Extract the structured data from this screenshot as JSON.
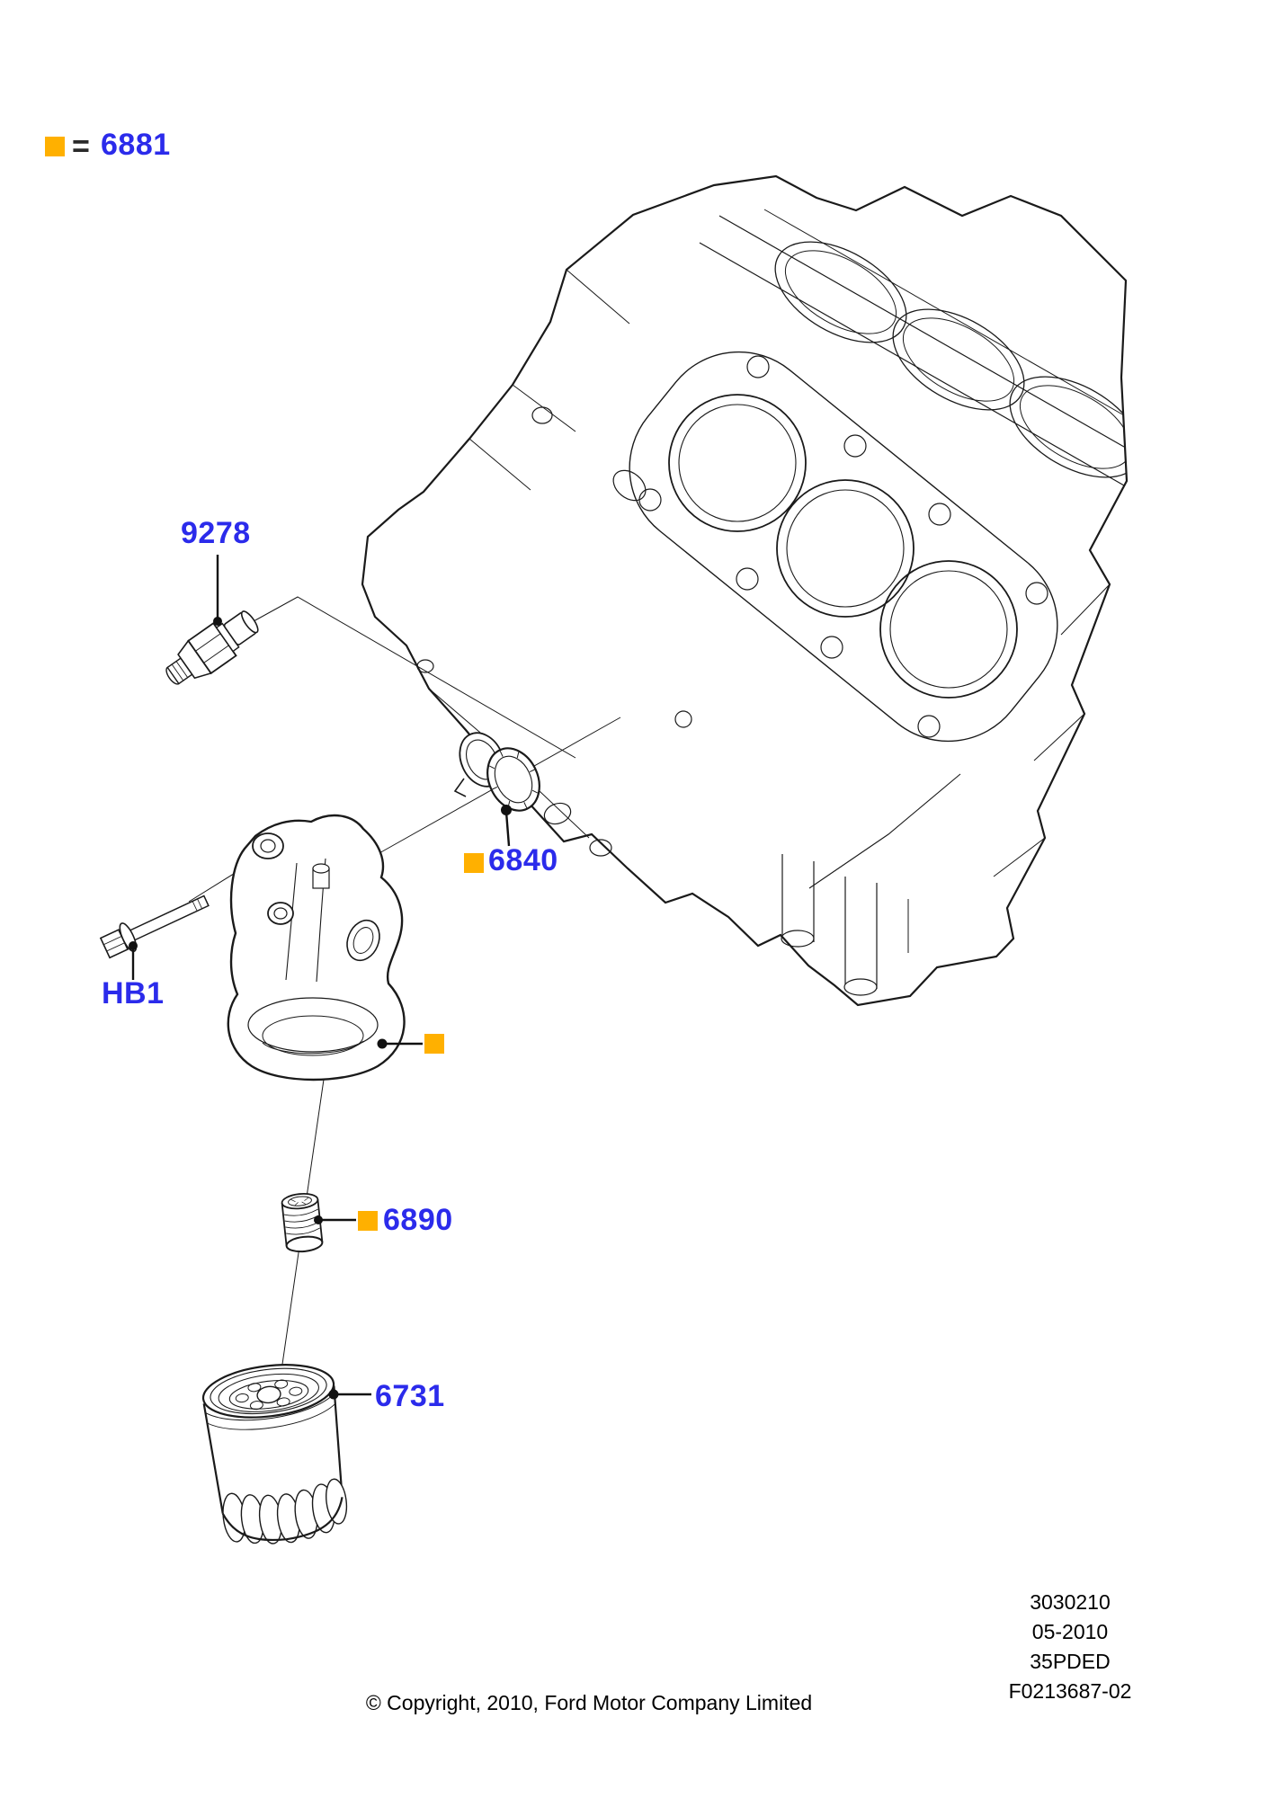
{
  "document": {
    "type": "parts-catalog-exploded-diagram",
    "background": "#ffffff"
  },
  "colors": {
    "label_blue": "#2B2BEB",
    "callout_orange": "#FFB000",
    "line_black": "#1A1A1A",
    "text_black": "#000000"
  },
  "legend": {
    "equals_sign": "=",
    "part_number": "6881"
  },
  "callouts": {
    "sensor": {
      "label": "9278",
      "has_square": false
    },
    "adapter_seal": {
      "label": "6840",
      "has_square": true
    },
    "bolt": {
      "label": "HB1",
      "has_square": false
    },
    "adapter_reference": {
      "has_square": true
    },
    "connector": {
      "label": "6890",
      "has_square": true
    },
    "oil_filter": {
      "label": "6731",
      "has_square": false
    }
  },
  "doc_info": {
    "number": "3030210",
    "date": "05-2010",
    "code": "35PDED",
    "figure": "F0213687-02"
  },
  "footer": {
    "copyright": "© Copyright, 2010, Ford Motor Company Limited"
  },
  "illustration": {
    "parts": [
      "engine-block",
      "oil-pressure-sensor-9278",
      "adapter-seal-rings-6840",
      "mounting-bolt-hb1",
      "oil-filter-adapter-6881",
      "filter-connector-6890",
      "oil-filter-6731"
    ]
  }
}
